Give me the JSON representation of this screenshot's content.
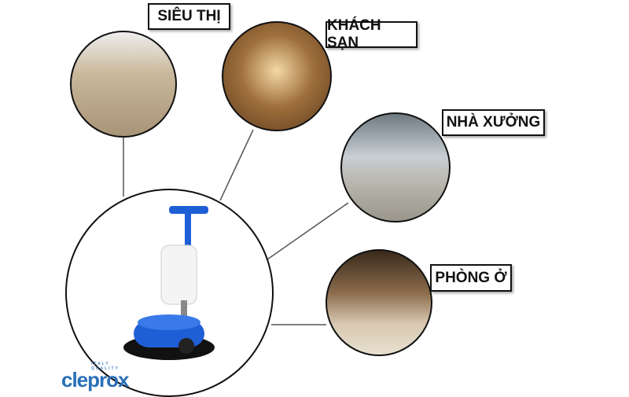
{
  "labels": {
    "supermarket": "SIÊU THỊ",
    "hotel": "KHÁCH SẠN",
    "factory": "NHÀ XƯỞNG",
    "bedroom": "PHÒNG Ở"
  },
  "logo": {
    "name": "cleprox",
    "tagline": "ITALY QUALITY"
  },
  "colors": {
    "machine": "#1f5fd6",
    "line": "#555555"
  }
}
